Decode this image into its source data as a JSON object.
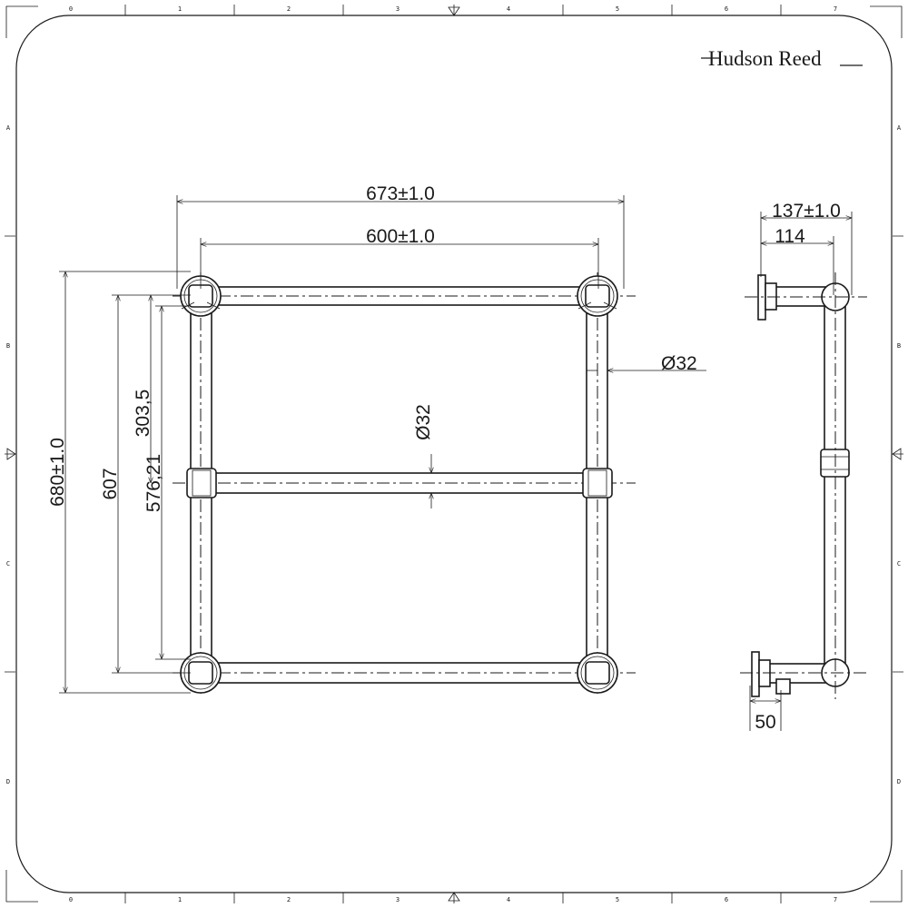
{
  "logo": "Hudson Reed",
  "grid": {
    "columns": [
      "0",
      "1",
      "2",
      "3",
      "4",
      "5",
      "6",
      "7"
    ],
    "rows": [
      "A",
      "B",
      "C",
      "D"
    ]
  },
  "front_view": {
    "overall_width": "673±1.0",
    "centres_width": "600±1.0",
    "overall_height": "680±1.0",
    "height_607": "607",
    "height_576": "576,21",
    "half_height": "303,5",
    "pipe_dia_side": "Ø32",
    "pipe_dia_centre": "Ø32"
  },
  "side_view": {
    "overall_depth": "137±1.0",
    "depth_to_centre": "114",
    "valve_offset": "50"
  }
}
